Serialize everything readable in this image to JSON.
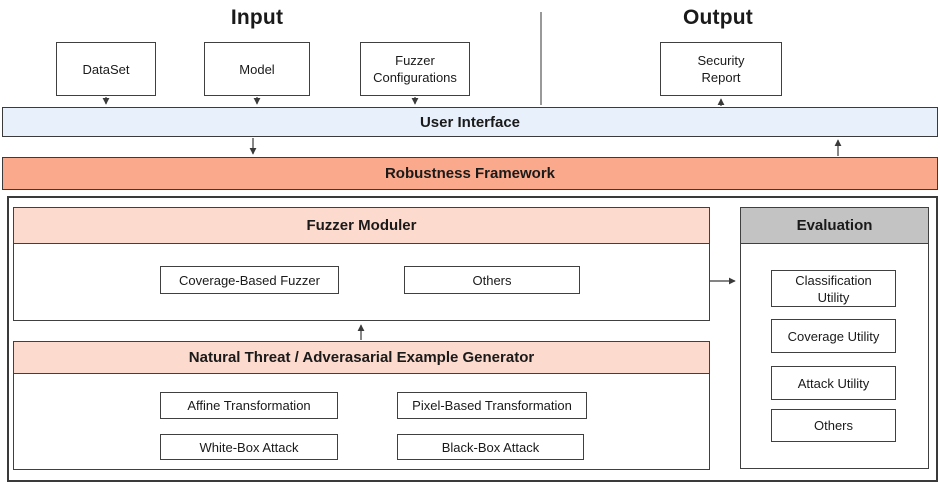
{
  "header": {
    "input_title": "Input",
    "output_title": "Output"
  },
  "input_boxes": [
    {
      "label": "DataSet"
    },
    {
      "label": "Model"
    },
    {
      "label": "Fuzzer Configurations"
    }
  ],
  "output_boxes": [
    {
      "label": "Security Report"
    }
  ],
  "layers": {
    "user_interface": "User Interface",
    "robustness_framework": "Robustness Framework"
  },
  "framework": {
    "fuzzer_moduler": {
      "title": "Fuzzer Moduler",
      "items": [
        {
          "label": "Coverage-Based Fuzzer"
        },
        {
          "label": "Others"
        }
      ]
    },
    "generator": {
      "title": "Natural Threat / Adverasarial Example Generator",
      "items": [
        {
          "label": "Affine Transformation"
        },
        {
          "label": "Pixel-Based Transformation"
        },
        {
          "label": "White-Box Attack"
        },
        {
          "label": "Black-Box Attack"
        }
      ]
    },
    "evaluation": {
      "title": "Evaluation",
      "items": [
        {
          "label": "Classification Utility"
        },
        {
          "label": "Coverage Utility"
        },
        {
          "label": "Attack Utility"
        },
        {
          "label": "Others"
        }
      ]
    }
  },
  "colors": {
    "ui_fill": "#e8f1fb",
    "framework_fill": "#fba98c",
    "header_fill": "#fcdacd",
    "evaluation_header_fill": "#c3c3c3",
    "border_dark": "#3a3a3a"
  }
}
